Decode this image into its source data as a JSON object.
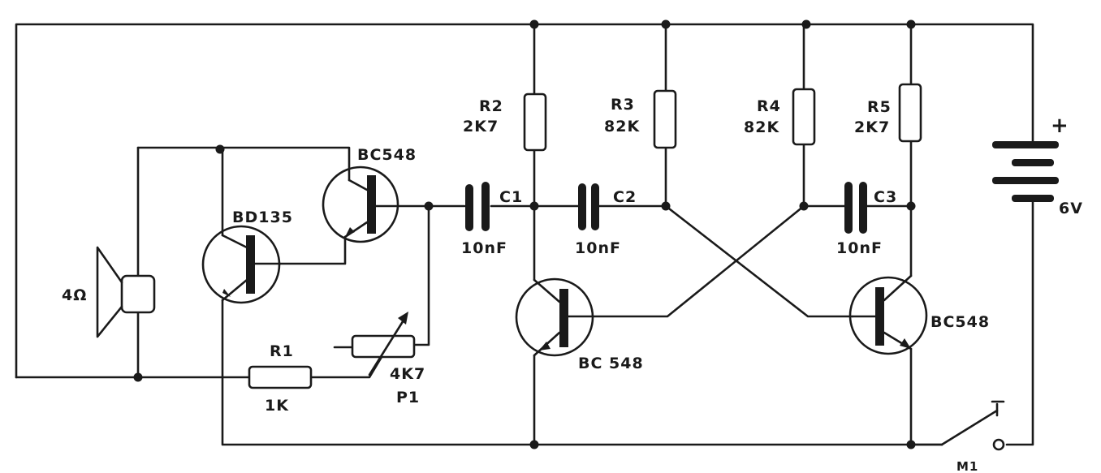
{
  "labels": {
    "r1_name": "R1",
    "r1_value": "1K",
    "r2_name": "R2",
    "r2_value": "2K7",
    "r3_name": "R3",
    "r3_value": "82K",
    "r4_name": "R4",
    "r4_value": "82K",
    "r5_name": "R5",
    "r5_value": "2K7",
    "c1_name": "C1",
    "c1_value": "10nF",
    "c2_name": "C2",
    "c2_value": "10nF",
    "c3_name": "C3",
    "c3_value": "10nF",
    "p1_value": "4K7",
    "p1_name": "P1",
    "q_bd135": "BD135",
    "q_bc548_a": "BC548",
    "q_bc548_b": "BC 548",
    "q_bc548_c": "BC548",
    "speaker": "4Ω",
    "battery_plus": "+",
    "battery_voltage": "6V",
    "switch": "M1"
  }
}
